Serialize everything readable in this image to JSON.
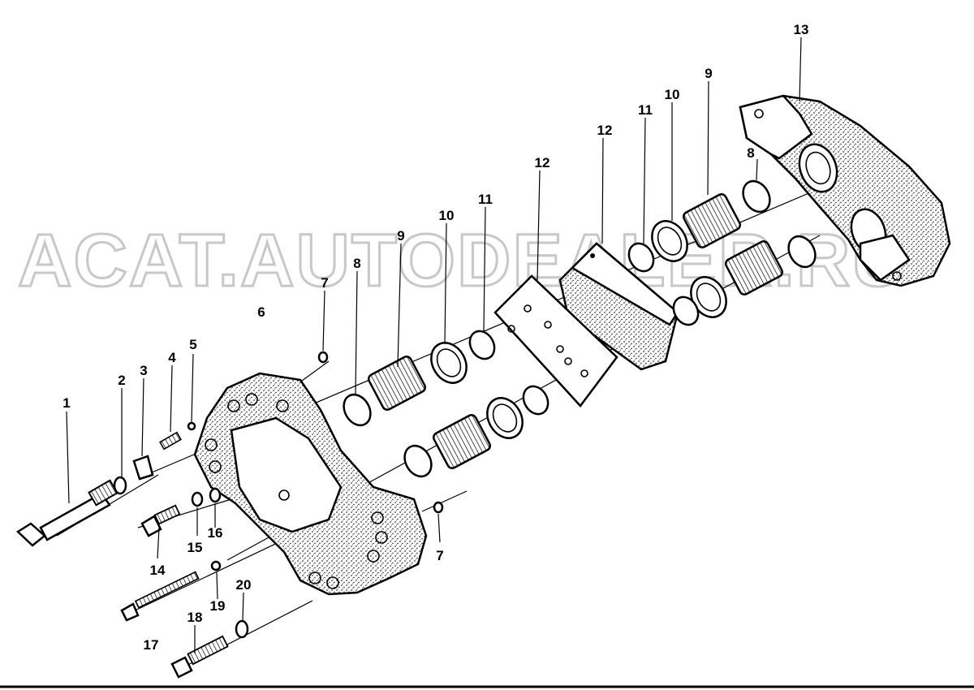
{
  "watermark": "ACAT.AUTODEALER.RU",
  "callouts": [
    {
      "id": "c1",
      "text": "1"
    },
    {
      "id": "c2",
      "text": "2"
    },
    {
      "id": "c3",
      "text": "3"
    },
    {
      "id": "c4",
      "text": "4"
    },
    {
      "id": "c5",
      "text": "5"
    },
    {
      "id": "c6",
      "text": "6"
    },
    {
      "id": "c7a",
      "text": "7"
    },
    {
      "id": "c7b",
      "text": "7"
    },
    {
      "id": "c8a",
      "text": "8"
    },
    {
      "id": "c8b",
      "text": "8"
    },
    {
      "id": "c9a",
      "text": "9"
    },
    {
      "id": "c9b",
      "text": "9"
    },
    {
      "id": "c10a",
      "text": "10"
    },
    {
      "id": "c10b",
      "text": "10"
    },
    {
      "id": "c11a",
      "text": "11"
    },
    {
      "id": "c11b",
      "text": "11"
    },
    {
      "id": "c12a",
      "text": "12"
    },
    {
      "id": "c12b",
      "text": "12"
    },
    {
      "id": "c13",
      "text": "13"
    },
    {
      "id": "c14",
      "text": "14"
    },
    {
      "id": "c15",
      "text": "15"
    },
    {
      "id": "c16",
      "text": "16"
    },
    {
      "id": "c17",
      "text": "17"
    },
    {
      "id": "c18",
      "text": "18"
    },
    {
      "id": "c19",
      "text": "19"
    },
    {
      "id": "c20",
      "text": "20"
    }
  ]
}
